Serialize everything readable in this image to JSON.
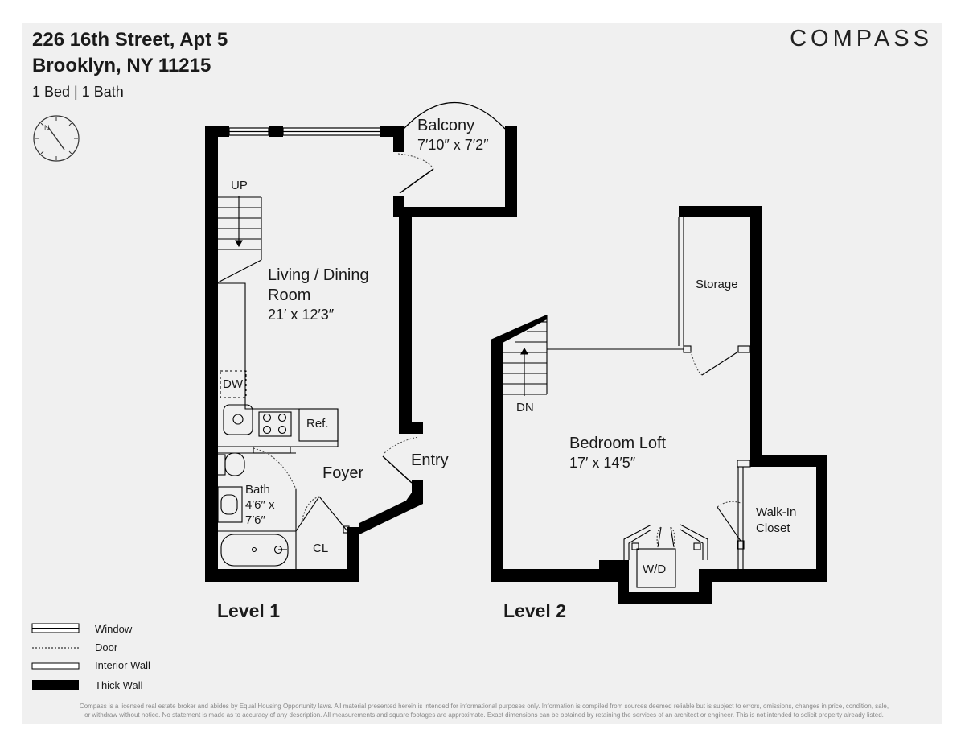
{
  "header": {
    "address_line1": "226 16th Street, Apt 5",
    "address_line2": "Brooklyn, NY 11215",
    "specs": "1 Bed | 1 Bath"
  },
  "brand": {
    "logo_text": "COMPASS"
  },
  "icons": {
    "compass": "north-arrow-compass-icon"
  },
  "level1": {
    "title": "Level 1",
    "balcony": {
      "name": "Balcony",
      "dims": "7′10″ x 7′2″"
    },
    "living": {
      "name_line1": "Living / Dining",
      "name_line2": "Room",
      "dims": "21′ x 12′3″"
    },
    "stairs_label": "UP",
    "dw_label": "DW",
    "ref_label": "Ref.",
    "foyer": "Foyer",
    "entry": "Entry",
    "bath": {
      "name": "Bath",
      "dims_line1": "4′6″ x",
      "dims_line2": "7′6″"
    },
    "closet": "CL"
  },
  "level2": {
    "title": "Level 2",
    "storage": "Storage",
    "stairs_label": "DN",
    "bedroom": {
      "name": "Bedroom Loft",
      "dims": "17′ x 14′5″"
    },
    "walkin": {
      "line1": "Walk-In",
      "line2": "Closet"
    },
    "wd_label": "W/D"
  },
  "legend": [
    {
      "label": "Window"
    },
    {
      "label": "Door"
    },
    {
      "label": "Interior Wall"
    },
    {
      "label": "Thick Wall"
    }
  ],
  "disclaimer_line1": "Compass is a licensed real estate broker and abides by Equal Housing Opportunity laws. All material presented herein is intended for informational purposes only. Information is compiled from sources deemed reliable but is subject to errors, omissions, changes in price, condition, sale,",
  "disclaimer_line2": "or withdraw without notice. No statement is made as to accuracy of any description. All measurements and square footages are approximate. Exact dimensions can be obtained by retaining the services of an architect or engineer. This is not intended to solicit property already listed."
}
